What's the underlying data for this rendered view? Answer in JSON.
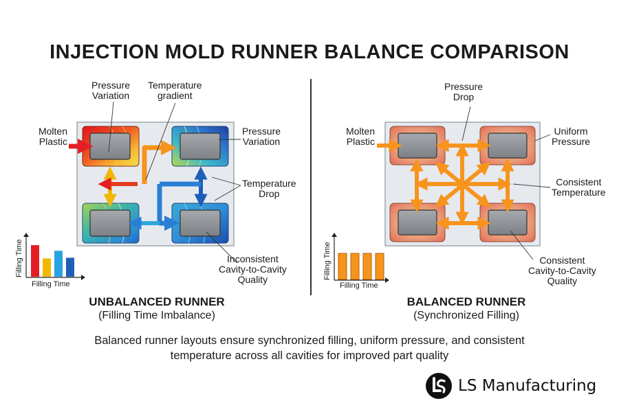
{
  "title": "INJECTION MOLD RUNNER BALANCE COMPARISON",
  "unbalanced": {
    "heading": "UNBALANCED RUNNER",
    "subheading": "(Filling Time Imbalance)",
    "labels": {
      "pressure_variation_top": [
        "Pressure",
        "Variation"
      ],
      "temperature_gradient": [
        "Temperature",
        "gradient"
      ],
      "molten_plastic": [
        "Molten",
        "Plastic"
      ],
      "pressure_variation_right": [
        "Pressure",
        "Variation"
      ],
      "temperature_drop": [
        "Temperature",
        "Drop"
      ],
      "inconsistent_quality": [
        "Inconsistent",
        "Cavity-to-Cavity",
        "Quality"
      ]
    },
    "chart": {
      "ylabel": "Filling Time",
      "xlabel": "Filling Time",
      "values": [
        1.0,
        0.58,
        0.82,
        0.6
      ],
      "colors": [
        "#e31e24",
        "#f2b705",
        "#27a3e0",
        "#1f5fb5"
      ]
    }
  },
  "balanced": {
    "heading": "BALANCED RUNNER",
    "subheading": "(Synchronized Filling)",
    "labels": {
      "pressure_drop": [
        "Pressure",
        "Drop"
      ],
      "molten_plastic": [
        "Molten",
        "Plastic"
      ],
      "uniform_pressure": [
        "Uniform",
        "Pressure"
      ],
      "consistent_temperature": [
        "Consistent",
        "Temperature"
      ],
      "consistent_quality": [
        "Consistent",
        "Cavity-to-Cavity",
        "Quality"
      ]
    },
    "chart": {
      "ylabel": "Filling Time",
      "xlabel": "Filling Time",
      "values": [
        1.0,
        1.0,
        1.0,
        1.0
      ],
      "colors": [
        "#f7941d",
        "#f7941d",
        "#f7941d",
        "#f7941d"
      ]
    }
  },
  "caption": [
    "Balanced runner layouts ensure synchronized filling, uniform pressure, and consistent",
    "temperature across all cavities for improved part quality"
  ],
  "logo": {
    "text": "LS Manufacturing",
    "icon": "ls-logo-icon"
  },
  "colors": {
    "orange": "#f7941d",
    "red": "#e31e24",
    "blue": "#1f5fb5",
    "plate": "#e6eaef"
  }
}
